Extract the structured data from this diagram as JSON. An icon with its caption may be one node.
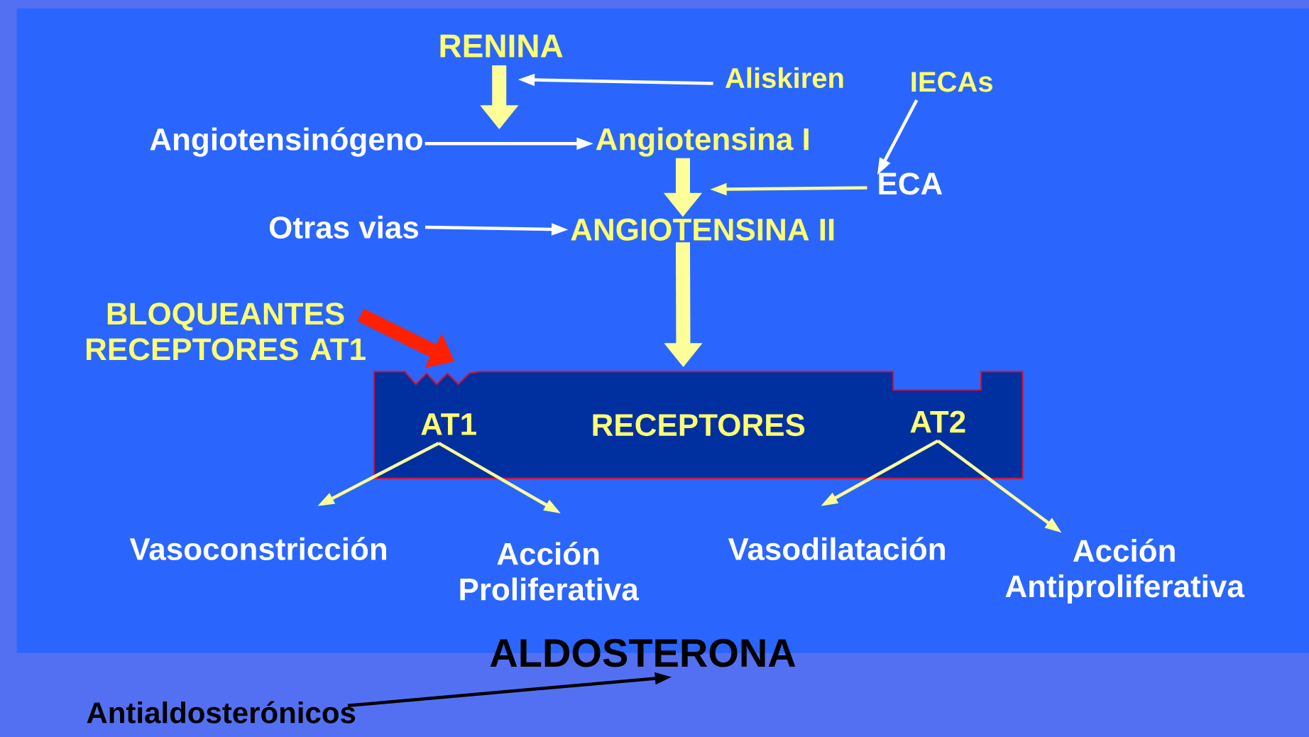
{
  "diagram": {
    "nodes": [
      {
        "text": [
          "RENINA"
        ]
      },
      {
        "text": [
          "Aliskiren"
        ]
      },
      {
        "text": [
          "IECAs"
        ]
      },
      {
        "text": [
          "Angiotensinógeno"
        ]
      },
      {
        "text": [
          "Angiotensina I"
        ]
      },
      {
        "text": [
          "ECA"
        ]
      },
      {
        "text": [
          "Otras vias"
        ]
      },
      {
        "text": [
          "ANGIOTENSINA II"
        ]
      },
      {
        "text": [
          "BLOQUEANTES RECEPTORES AT1"
        ]
      },
      {
        "text": [
          "RECEPTORES"
        ]
      },
      {
        "text": [
          "AT1"
        ],
        "in": 9
      },
      {
        "text": [
          "AT2"
        ],
        "in": 9
      },
      {
        "text": [
          "Vasoconstricción"
        ]
      },
      {
        "text": [
          "Acción Proliferativa"
        ]
      },
      {
        "text": [
          "Vasodilatación"
        ]
      },
      {
        "text": [
          "Acción Antiproliferativa"
        ]
      },
      {
        "text": [
          "ALDOSTERONA"
        ]
      },
      {
        "text": [
          "Antialdosterónicos"
        ]
      }
    ],
    "edges": [
      {
        "from": 0,
        "to": null,
        "arrow": "to",
        "style": "thick"
      },
      {
        "from": 1,
        "to": 0,
        "arrow": "to",
        "color": "#ffffff"
      },
      {
        "from": 2,
        "to": 5,
        "arrow": "to",
        "color": "#ffffff"
      },
      {
        "from": 3,
        "to": 4,
        "arrow": "to",
        "color": "#ffffff"
      },
      {
        "from": 5,
        "to": 7,
        "arrow": "to"
      },
      {
        "from": 4,
        "to": 7,
        "arrow": "to",
        "style": "thick"
      },
      {
        "from": 6,
        "to": 7,
        "arrow": "to",
        "color": "#ffffff"
      },
      {
        "from": 7,
        "to": 9,
        "arrow": "to",
        "style": "thick"
      },
      {
        "from": 8,
        "to": 9,
        "arrow": "to",
        "style": "thick",
        "color": "#ff2000"
      },
      {
        "from": 10,
        "to": 12,
        "arrow": "to"
      },
      {
        "from": 10,
        "to": 13,
        "arrow": "to"
      },
      {
        "from": 11,
        "to": 14,
        "arrow": "to"
      },
      {
        "from": 11,
        "to": 15,
        "arrow": "to"
      },
      {
        "from": 17,
        "to": 16,
        "arrow": "to",
        "color": "#000000"
      }
    ]
  }
}
